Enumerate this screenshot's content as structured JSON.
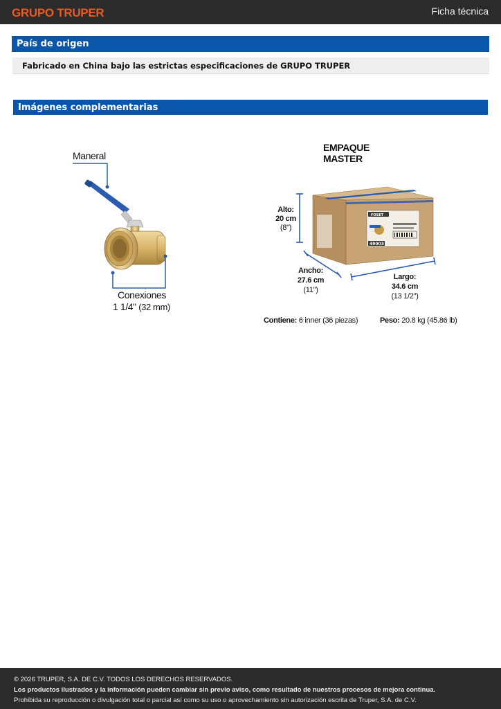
{
  "header": {
    "brand": "GRUPO TRUPER",
    "doc_title": "Ficha técnica"
  },
  "origin": {
    "title": "País de origen",
    "text": "Fabricado en China bajo las estrictas especificaciones de GRUPO TRUPER"
  },
  "images": {
    "title": "Imágenes complementarias"
  },
  "valve_diagram": {
    "handle_label": "Maneral",
    "connections_label": "Conexiones",
    "connection_size": "1 1/4\"",
    "connection_mm": "(32 mm)"
  },
  "packaging": {
    "title": "EMPAQUE MASTER",
    "alto_label": "Alto:",
    "alto_cm": "20 cm",
    "alto_in": "(8\")",
    "ancho_label": "Ancho:",
    "ancho_cm": "27.6 cm",
    "ancho_in": "(11\")",
    "largo_label": "Largo:",
    "largo_cm": "34.6 cm",
    "largo_in": "(13 1/2\")",
    "contains_label": "Contiene:",
    "contains_value": "6 inner (36 piezas)",
    "weight_label": "Peso:",
    "weight_value": "20.8 kg (45.86 lb)",
    "box_brand": "FOSET",
    "box_code": "49003"
  },
  "footer": {
    "copyright": "© 2026 TRUPER, S.A. DE C.V. TODOS LOS DERECHOS RESERVADOS.",
    "notice": "Los productos ilustrados y la información pueden cambiar sin previo aviso, como resultado de nuestros procesos de mejora continua.",
    "prohibition": "Prohibida su reproducción o divulgación total o parcial así como su uso o aprovechamiento sin autorización escrita de Truper, S.A. de C.V."
  },
  "colors": {
    "brand_orange": "#ee5a1e",
    "header_blue": "#0a56aa",
    "dark_bar": "#2b2b2b",
    "handle_blue": "#2a5db0"
  }
}
